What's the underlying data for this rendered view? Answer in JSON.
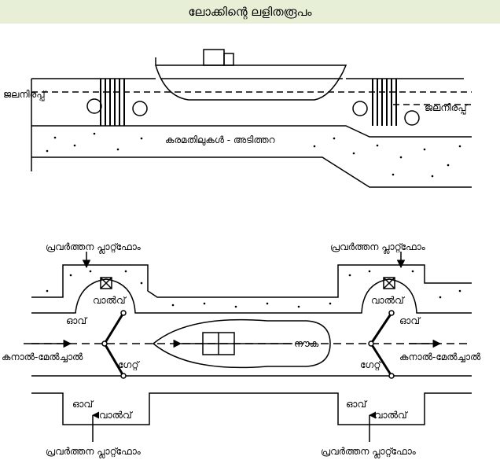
{
  "title": "ലോക്കിന്റെ ലളിതരൂപം",
  "side_view": {
    "water_level_left": "ജലനിരപ്പ്",
    "water_level_right": "ജലനിരപ്പ്",
    "floor_label": "കരമതിലുകൾ - അടിത്തറ"
  },
  "plan_view": {
    "platform_top_left": "പ്രവർത്തന പ്ലാറ്റ്ഫോം",
    "platform_top_right": "പ്രവർത്തന പ്ലാറ്റ്ഫോം",
    "valve_left": "വാൽവ്",
    "valve_right": "വാൽവ്",
    "sluice_left": "ഓവ്",
    "sluice_right": "ഓവ്",
    "canal_left": "കനാൽ-മേൽച്ചാൽ",
    "canal_right": "കനാൽ-മേൽച്ചാൽ",
    "gate_left": "ഗേറ്റ്",
    "gate_right": "ഗേറ്റ്",
    "boat": "നൗക",
    "bottom_sluice_left": "ഓവ്",
    "bottom_valve_left": "വാൽവ്",
    "bottom_sluice_right": "ഓവ്",
    "bottom_valve_right": "വാൽവ്",
    "platform_bottom_left": "പ്രവർത്തന പ്ലാറ്റ്ഫോം",
    "platform_bottom_right": "പ്രവർത്തന പ്ലാറ്റ്ഫോം"
  }
}
